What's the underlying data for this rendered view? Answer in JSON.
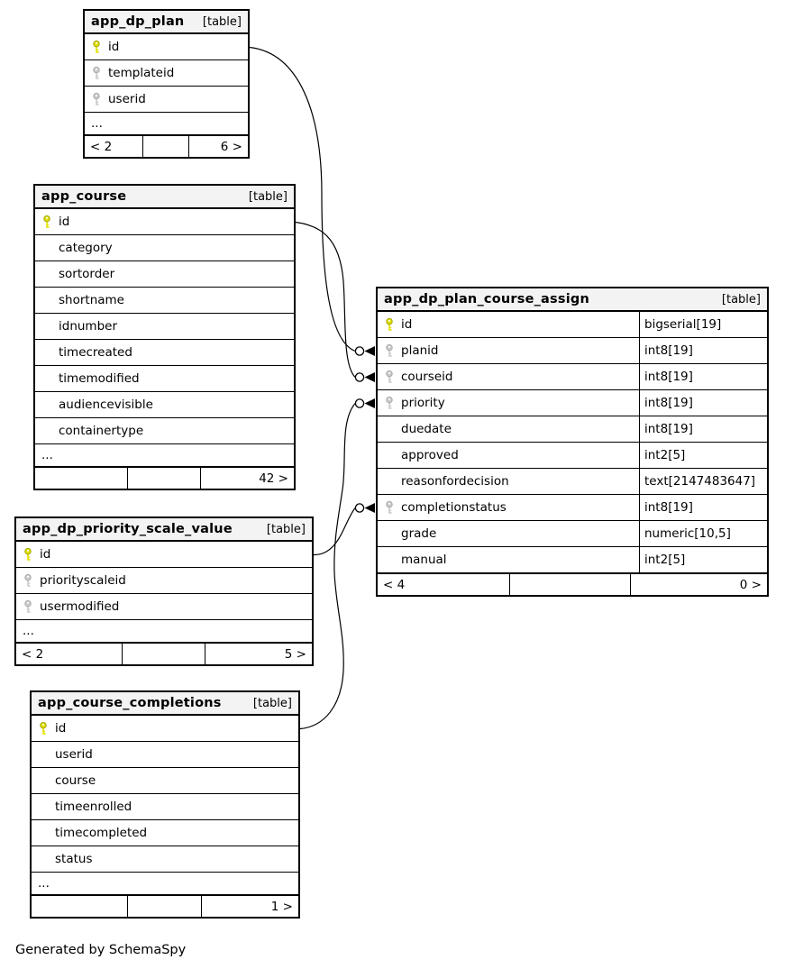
{
  "note": "Generated by SchemaSpy",
  "key_colors": {
    "primary": "#e2e200",
    "foreign": "#cbcbcb"
  },
  "tables": [
    {
      "name": "app_dp_plan",
      "tag": "[table]",
      "columns": [
        {
          "name": "id",
          "key": "pk"
        },
        {
          "name": "templateid",
          "key": "fk"
        },
        {
          "name": "userid",
          "key": "fk"
        },
        {
          "name": "..."
        }
      ],
      "footer": {
        "left": "< 2",
        "mid": "",
        "right": "6 >"
      }
    },
    {
      "name": "app_course",
      "tag": "[table]",
      "columns": [
        {
          "name": "id",
          "key": "pk"
        },
        {
          "name": "category"
        },
        {
          "name": "sortorder"
        },
        {
          "name": "shortname"
        },
        {
          "name": "idnumber"
        },
        {
          "name": "timecreated"
        },
        {
          "name": "timemodified"
        },
        {
          "name": "audiencevisible"
        },
        {
          "name": "containertype"
        },
        {
          "name": "..."
        }
      ],
      "footer": {
        "left": "",
        "mid": "",
        "right": "42 >"
      }
    },
    {
      "name": "app_dp_plan_course_assign",
      "tag": "[table]",
      "columns": [
        {
          "name": "id",
          "type": "bigserial[19]",
          "key": "pk"
        },
        {
          "name": "planid",
          "type": "int8[19]",
          "key": "fk"
        },
        {
          "name": "courseid",
          "type": "int8[19]",
          "key": "fk"
        },
        {
          "name": "priority",
          "type": "int8[19]",
          "key": "fk"
        },
        {
          "name": "duedate",
          "type": "int8[19]"
        },
        {
          "name": "approved",
          "type": "int2[5]"
        },
        {
          "name": "reasonfordecision",
          "type": "text[2147483647]"
        },
        {
          "name": "completionstatus",
          "type": "int8[19]",
          "key": "fk"
        },
        {
          "name": "grade",
          "type": "numeric[10,5]"
        },
        {
          "name": "manual",
          "type": "int2[5]"
        }
      ],
      "footer": {
        "left": "< 4",
        "mid": "",
        "right": "0 >"
      }
    },
    {
      "name": "app_dp_priority_scale_value",
      "tag": "[table]",
      "columns": [
        {
          "name": "id",
          "key": "pk"
        },
        {
          "name": "priorityscaleid",
          "key": "fk"
        },
        {
          "name": "usermodified",
          "key": "fk"
        },
        {
          "name": "..."
        }
      ],
      "footer": {
        "left": "< 2",
        "mid": "",
        "right": "5 >"
      }
    },
    {
      "name": "app_course_completions",
      "tag": "[table]",
      "columns": [
        {
          "name": "id",
          "key": "pk"
        },
        {
          "name": "userid"
        },
        {
          "name": "course"
        },
        {
          "name": "timeenrolled"
        },
        {
          "name": "timecompleted"
        },
        {
          "name": "status"
        },
        {
          "name": "..."
        }
      ],
      "footer": {
        "left": "",
        "mid": "",
        "right": "1 >"
      }
    }
  ],
  "relations": [
    {
      "from": "app_dp_plan.id",
      "to": "app_dp_plan_course_assign.planid"
    },
    {
      "from": "app_course.id",
      "to": "app_dp_plan_course_assign.courseid"
    },
    {
      "from": "app_course_completions.id",
      "to": "app_dp_plan_course_assign.priority"
    },
    {
      "from": "app_dp_priority_scale_value.id",
      "to": "app_dp_plan_course_assign.completionstatus"
    }
  ]
}
